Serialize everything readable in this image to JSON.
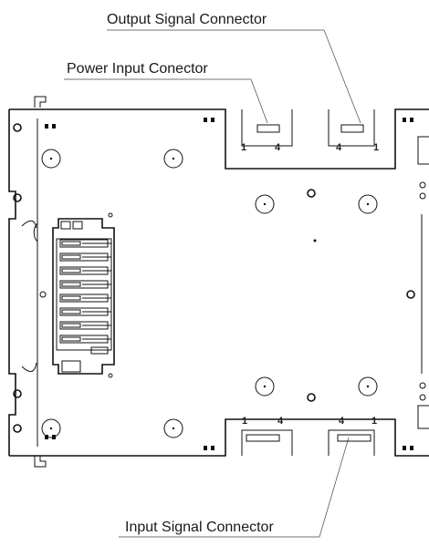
{
  "labels": {
    "output_signal_connector": "Output Signal Connector",
    "power_input_connector": "Power Input Conector",
    "input_signal_connector": "Input Signal Connector"
  },
  "pins": {
    "power_top_left": "1",
    "power_top_right": "4",
    "output_top_left": "4",
    "output_top_right": "1",
    "power_bottom_left": "1",
    "power_bottom_right": "4",
    "input_bottom_left": "4",
    "input_bottom_right": "1"
  }
}
